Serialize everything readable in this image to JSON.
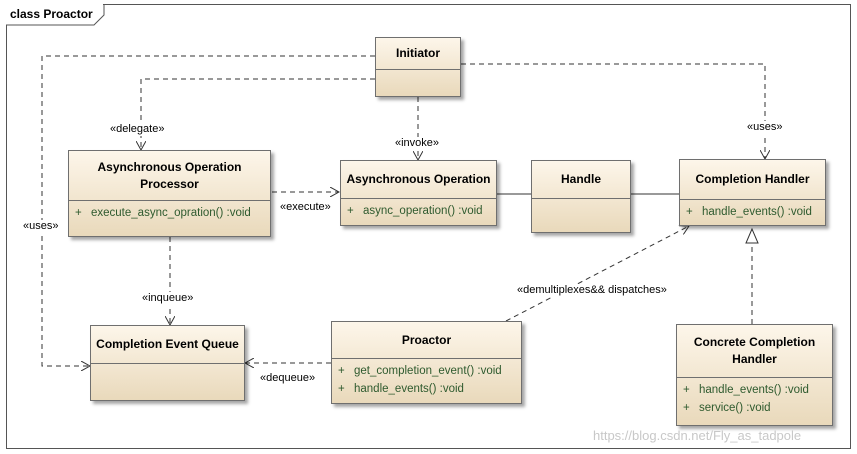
{
  "frame_title": "class Proactor",
  "classes": {
    "initiator": {
      "name": "Initiator"
    },
    "async_processor": {
      "name": "Asynchronous Operation Processor",
      "ops": [
        {
          "vis": "+",
          "sig": "execute_async_opration()  :void"
        }
      ]
    },
    "async_op": {
      "name": "Asynchronous Operation",
      "ops": [
        {
          "vis": "+",
          "sig": "async_operation()  :void"
        }
      ]
    },
    "handle": {
      "name": "Handle"
    },
    "completion_handler": {
      "name": "Completion Handler",
      "ops": [
        {
          "vis": "+",
          "sig": "handle_events()  :void"
        }
      ]
    },
    "completion_queue": {
      "name": "Completion Event Queue"
    },
    "proactor": {
      "name": "Proactor",
      "ops": [
        {
          "vis": "+",
          "sig": "get_completion_event()  :void"
        },
        {
          "vis": "+",
          "sig": "handle_events()  :void"
        }
      ]
    },
    "concrete_handler": {
      "name": "Concrete Completion Handler",
      "ops": [
        {
          "vis": "+",
          "sig": "handle_events()  :void"
        },
        {
          "vis": "+",
          "sig": "service()  :void"
        }
      ]
    }
  },
  "labels": {
    "delegate": "«delegate»",
    "invoke": "«invoke»",
    "uses_right": "«uses»",
    "uses_left": "«uses»",
    "execute": "«execute»",
    "inqueue": "«inqueue»",
    "dequeue": "«dequeue»",
    "demux": "«demultiplexes&& dispatches»"
  },
  "watermark": "https://blog.csdn.net/Fly_as_tadpole"
}
